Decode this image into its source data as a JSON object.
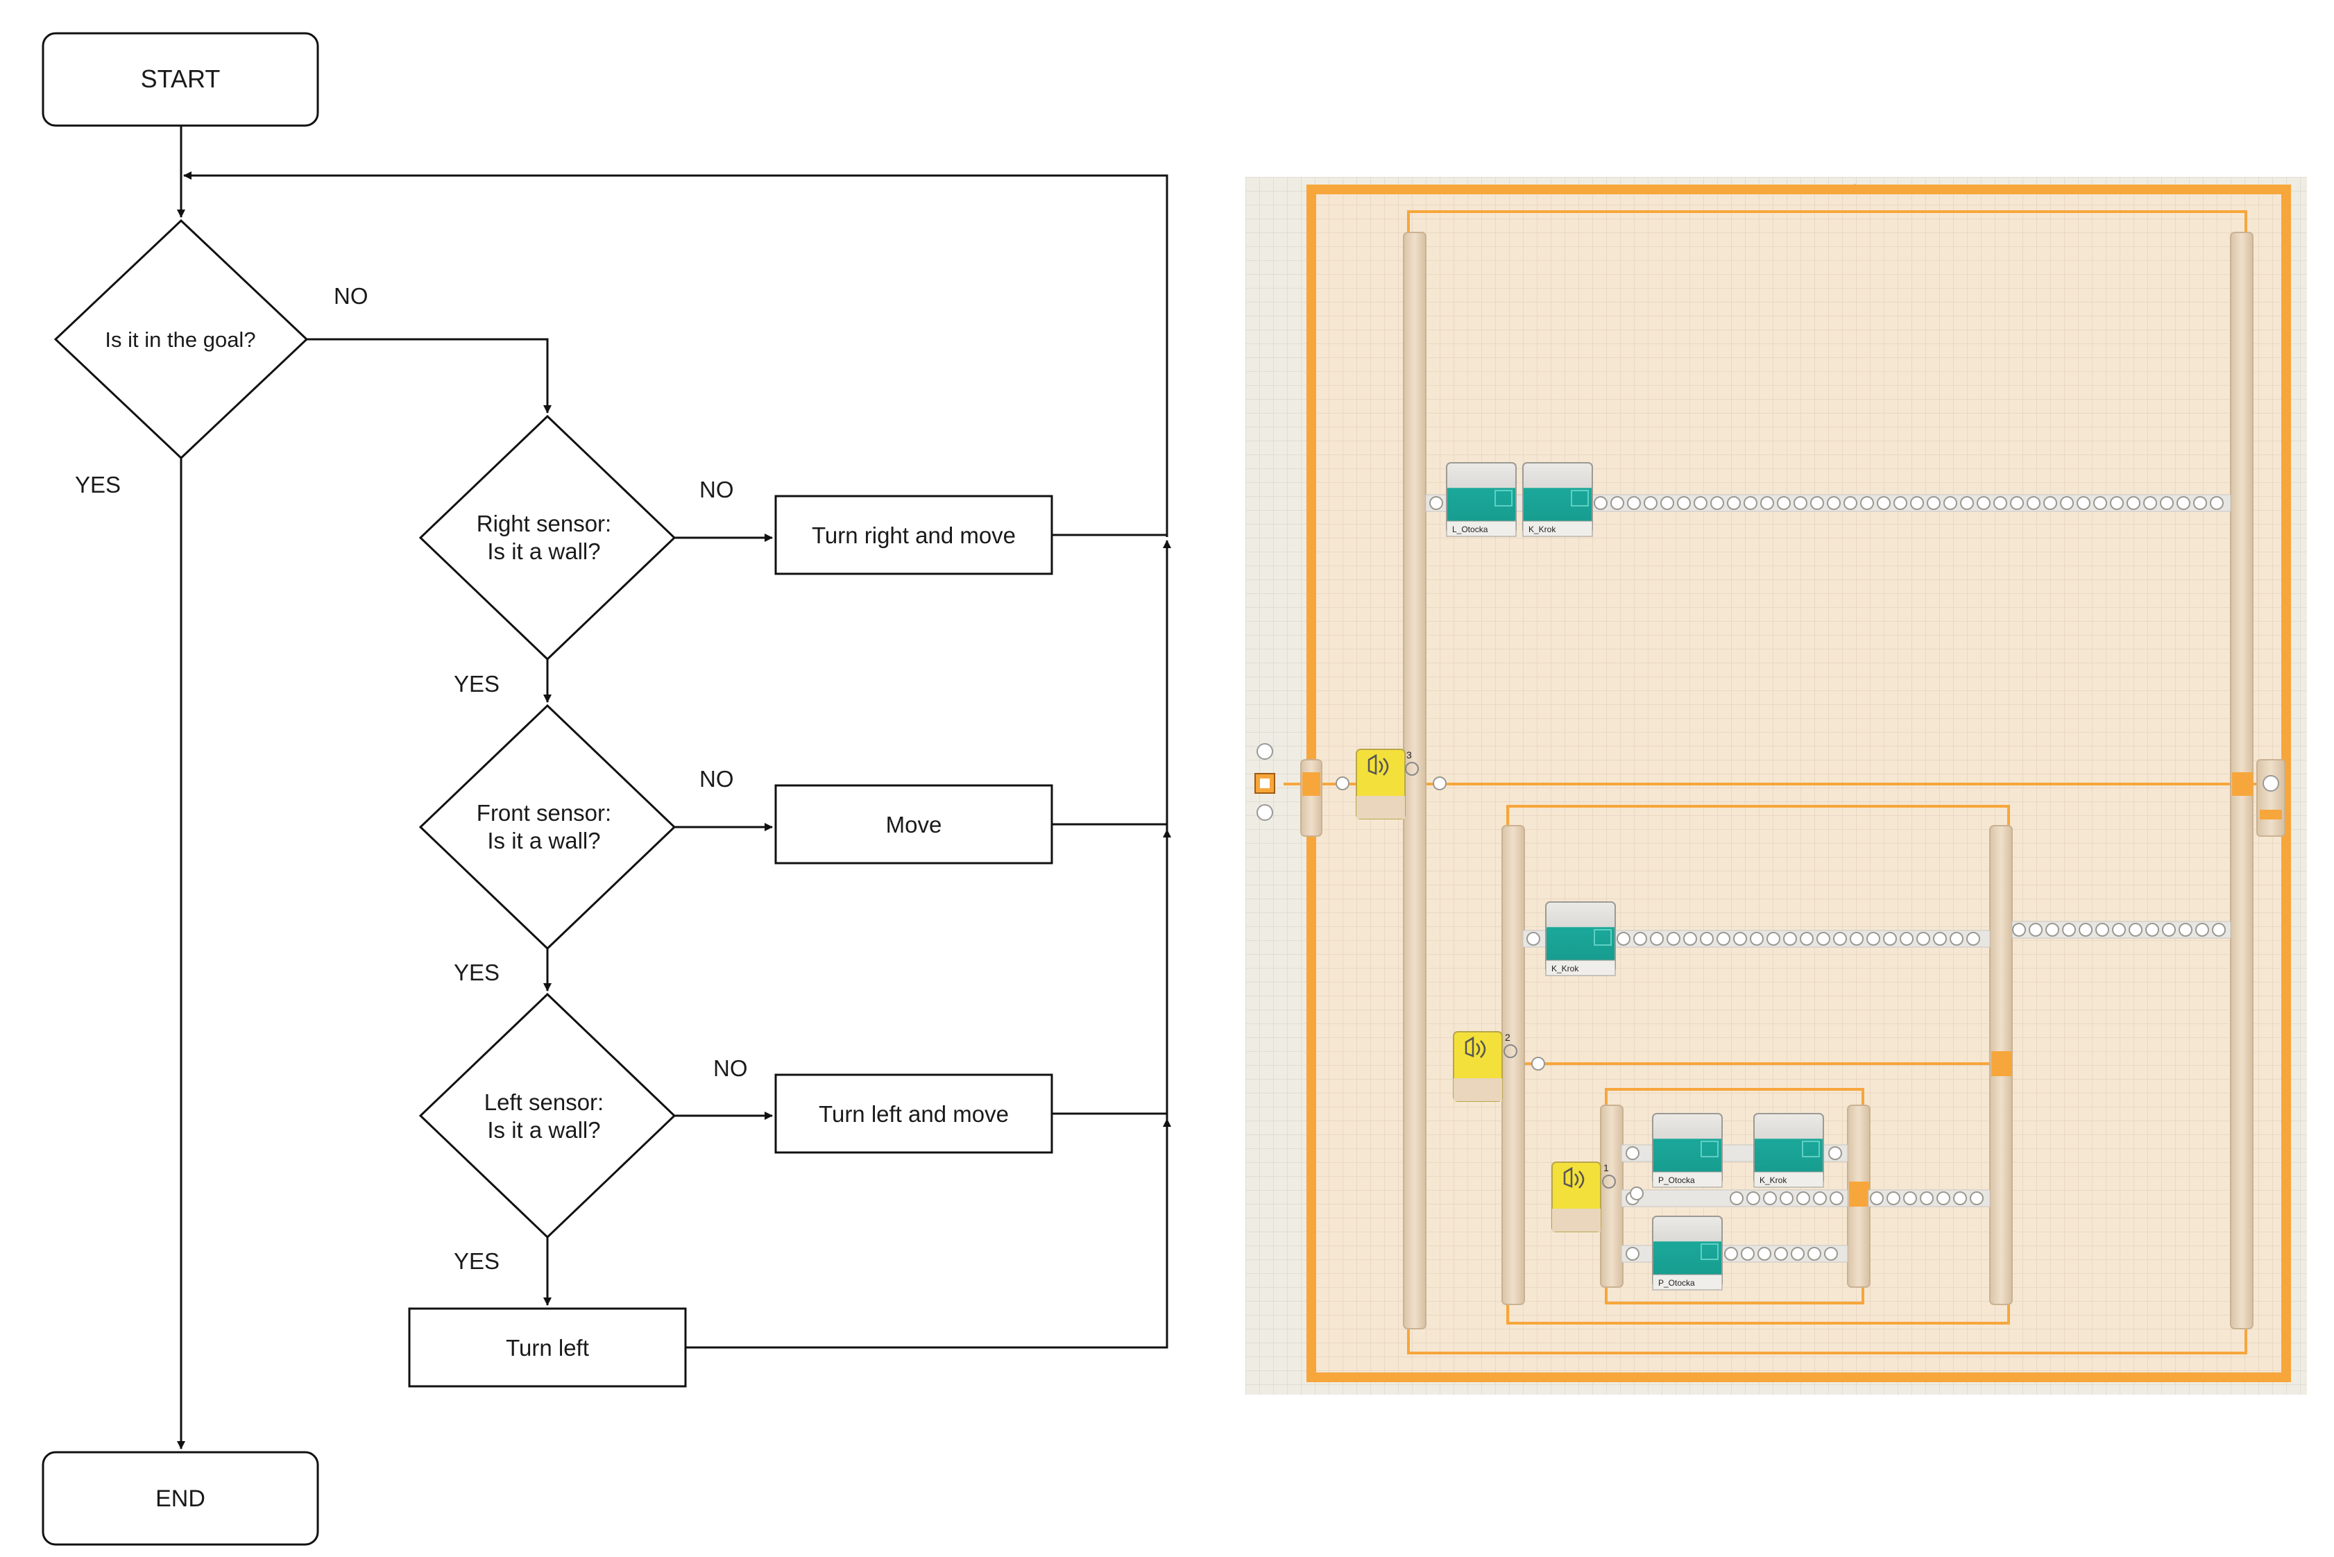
{
  "flowchart": {
    "start": "START",
    "end": "END",
    "goal_question": "Is it in the goal?",
    "right_question": [
      "Right sensor:",
      "Is it a wall?"
    ],
    "front_question": [
      "Front sensor:",
      "Is it a wall?"
    ],
    "left_question": [
      "Left sensor:",
      "Is it a wall?"
    ],
    "action_right": "Turn right and move",
    "action_move": "Move",
    "action_left_move": "Turn left and move",
    "action_turn_left": "Turn left",
    "yes": "YES",
    "no": "NO"
  },
  "program": {
    "switch_values": [
      "3",
      "2",
      "1"
    ],
    "blocks": {
      "l_otocka": "L_Otocka",
      "k_krok": "K_Krok",
      "p_otocka": "P_Otocka"
    },
    "colors": {
      "loop_orange": "#f7a63b",
      "canvas_beige": "#f6e7d3",
      "beam": "#e9d6bd",
      "block_teal": "#1aa89a",
      "sensor_yellow": "#f4e03a"
    }
  }
}
